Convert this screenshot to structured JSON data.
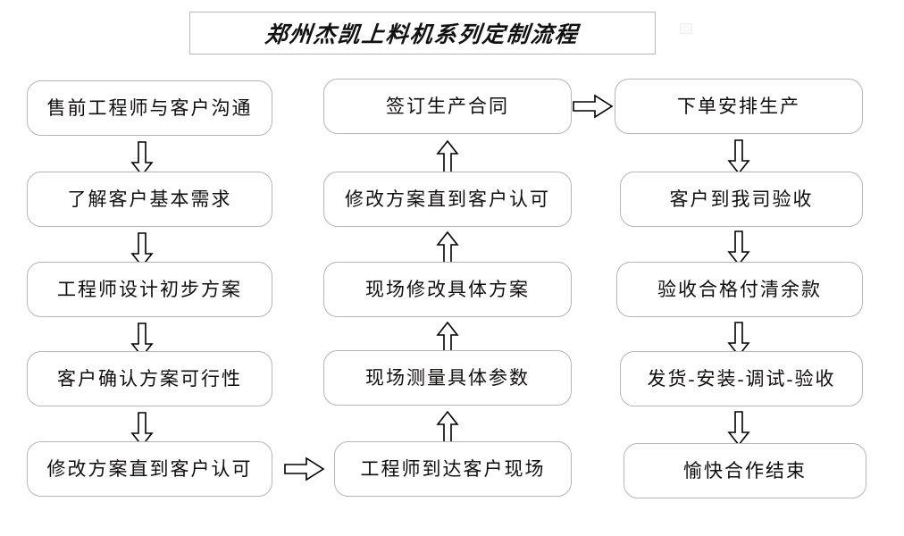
{
  "title": {
    "text": "郑州杰凯上料机系列定制流程"
  },
  "columns": [
    {
      "name": "pre-sales-column",
      "nodes": [
        {
          "id": "l1",
          "label": "售前工程师与客户沟通"
        },
        {
          "id": "l2",
          "label": "了解客户基本需求"
        },
        {
          "id": "l3",
          "label": "工程师设计初步方案"
        },
        {
          "id": "l4",
          "label": "客户确认方案可行性"
        },
        {
          "id": "l5",
          "label": "修改方案直到客户认可"
        }
      ]
    },
    {
      "name": "onsite-column",
      "nodes": [
        {
          "id": "m1",
          "label": "签订生产合同"
        },
        {
          "id": "m2",
          "label": "修改方案直到客户认可"
        },
        {
          "id": "m3",
          "label": "现场修改具体方案"
        },
        {
          "id": "m4",
          "label": "现场测量具体参数"
        },
        {
          "id": "m5",
          "label": "工程师到达客户现场"
        }
      ]
    },
    {
      "name": "production-column",
      "nodes": [
        {
          "id": "r1",
          "label": "下单安排生产"
        },
        {
          "id": "r2",
          "label": "客户到我司验收"
        },
        {
          "id": "r3",
          "label": "验收合格付清余款"
        },
        {
          "id": "r4",
          "label": "发货-安装-调试-验收"
        },
        {
          "id": "r5",
          "label": "愉快合作结束"
        }
      ]
    }
  ],
  "connectors": [
    {
      "id": "c-l1-l2",
      "direction": "down",
      "from": "l1",
      "to": "l2"
    },
    {
      "id": "c-l2-l3",
      "direction": "down",
      "from": "l2",
      "to": "l3"
    },
    {
      "id": "c-l3-l4",
      "direction": "down",
      "from": "l3",
      "to": "l4"
    },
    {
      "id": "c-l4-l5",
      "direction": "down",
      "from": "l4",
      "to": "l5"
    },
    {
      "id": "c-l5-m5",
      "direction": "right",
      "from": "l5",
      "to": "m5"
    },
    {
      "id": "c-m5-m4",
      "direction": "up",
      "from": "m5",
      "to": "m4"
    },
    {
      "id": "c-m4-m3",
      "direction": "up",
      "from": "m4",
      "to": "m3"
    },
    {
      "id": "c-m3-m2",
      "direction": "up",
      "from": "m3",
      "to": "m2"
    },
    {
      "id": "c-m2-m1",
      "direction": "up",
      "from": "m2",
      "to": "m1"
    },
    {
      "id": "c-m1-r1",
      "direction": "right",
      "from": "m1",
      "to": "r1"
    },
    {
      "id": "c-r1-r2",
      "direction": "down",
      "from": "r1",
      "to": "r2"
    },
    {
      "id": "c-r2-r3",
      "direction": "down",
      "from": "r2",
      "to": "r3"
    },
    {
      "id": "c-r3-r4",
      "direction": "down",
      "from": "r3",
      "to": "r4"
    },
    {
      "id": "c-r4-r5",
      "direction": "down",
      "from": "r4",
      "to": "r5"
    }
  ],
  "colors": {
    "background": "#ffffff",
    "node_border": "#b5b5b5",
    "title_border": "#b9b9b9",
    "text": "#100d0d",
    "arrow_stroke": "#000000",
    "arrow_fill": "#ffffff"
  }
}
